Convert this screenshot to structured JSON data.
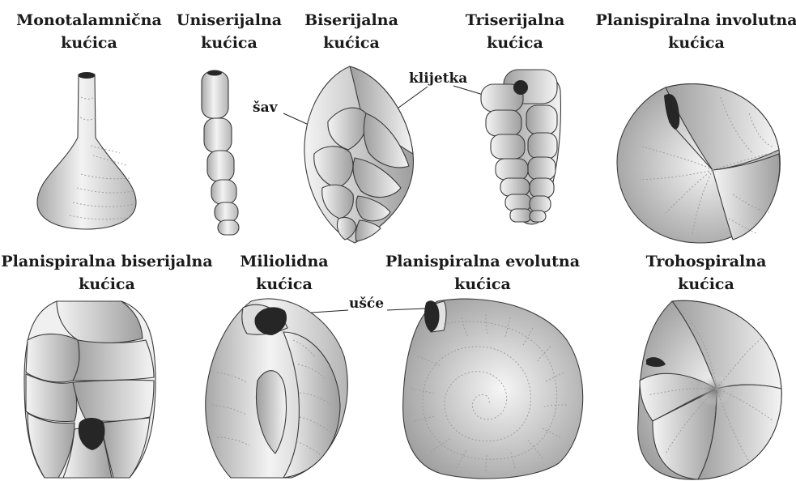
{
  "labels": {
    "monotalamnicna": [
      "Monotalamnična",
      "kućica"
    ],
    "uniserijalna": [
      "Uniserijalna",
      "kućica"
    ],
    "biserijalna": [
      "Biserijalna",
      "kućica"
    ],
    "triserijalna": [
      "Triserijalna",
      "kućica"
    ],
    "planispiralna_involutna": [
      "Planispiralna involutna",
      "kućica"
    ],
    "planispiralna_biserijalna": [
      "Planispiralna biserijalna",
      "kućica"
    ],
    "miliolidna": [
      "Miliolidna",
      "kućica"
    ],
    "planispiralna_evolutna": [
      "Planispiralna evolutna",
      "kućica"
    ],
    "trohospiralna": [
      "Trohospiralna",
      "kućica"
    ]
  },
  "annotations": {
    "sav": "šav",
    "klijetka": "klijetka",
    "usce": "ušće"
  },
  "colors": {
    "shell_light": "#f2f2f2",
    "shell_dark": "#9a9a9a",
    "aperture": "#262626",
    "text": "#1a1a1a"
  }
}
